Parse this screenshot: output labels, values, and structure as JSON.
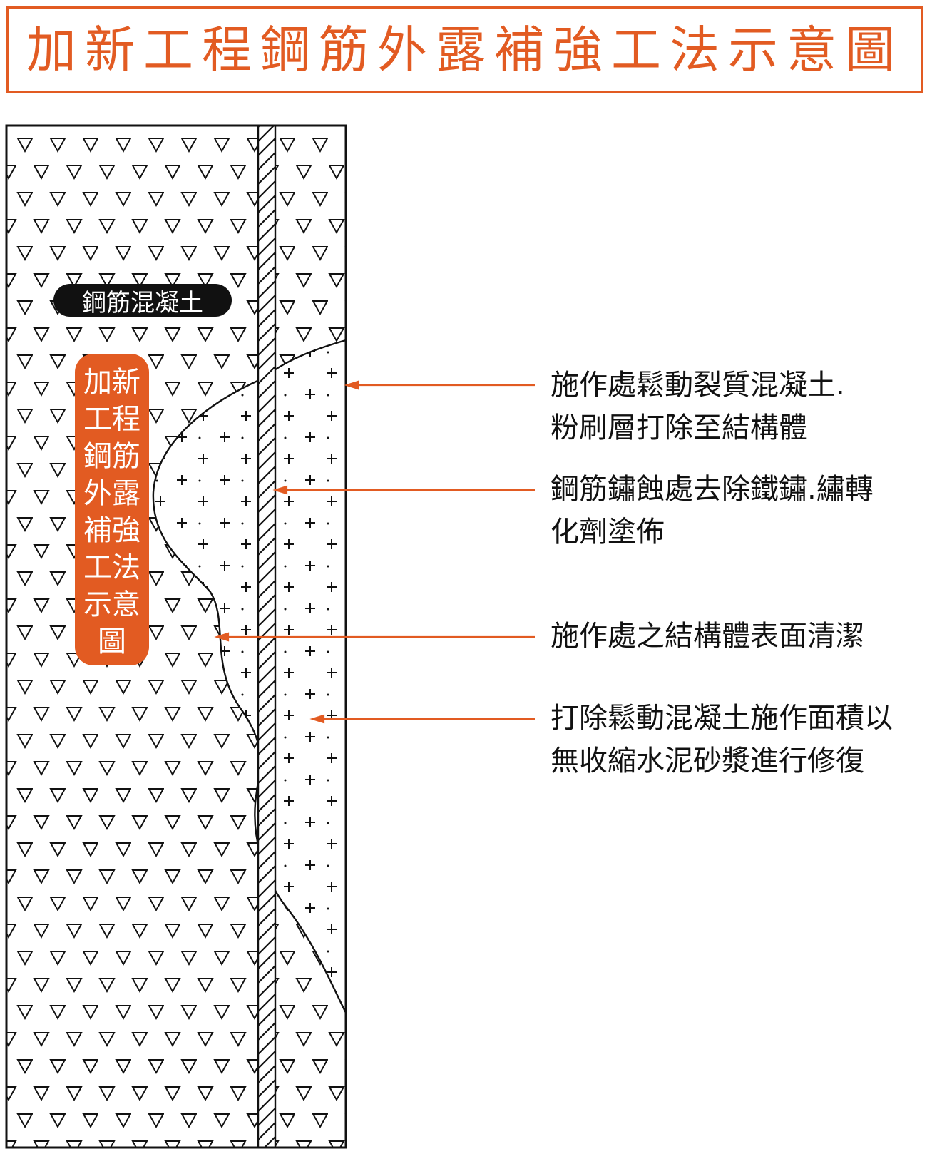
{
  "title": "加新工程鋼筋外露補強工法示意圖",
  "rc_label": "鋼筋混凝土",
  "side_title": "加新工程鋼筋外露補強工法示意圖",
  "callouts": [
    {
      "line1": "施作處鬆動裂質混凝土.",
      "line2": "粉刷層打除至結構體"
    },
    {
      "line1": "鋼筋鏽蝕處去除鐵鏽.繡轉",
      "line2": "化劑塗佈"
    },
    {
      "line1": "施作處之結構體表面清潔",
      "line2": ""
    },
    {
      "line1": "打除鬆動混凝土施作面積以",
      "line2": "無收縮水泥砂漿進行修復"
    }
  ],
  "colors": {
    "accent": "#e25b22",
    "ink": "#111111",
    "badge_bg": "#111111"
  },
  "legend_symbols": {
    "concrete": "triangle-hatch",
    "mortar": "plus-hatch",
    "rebar": "diagonal-hatch"
  }
}
